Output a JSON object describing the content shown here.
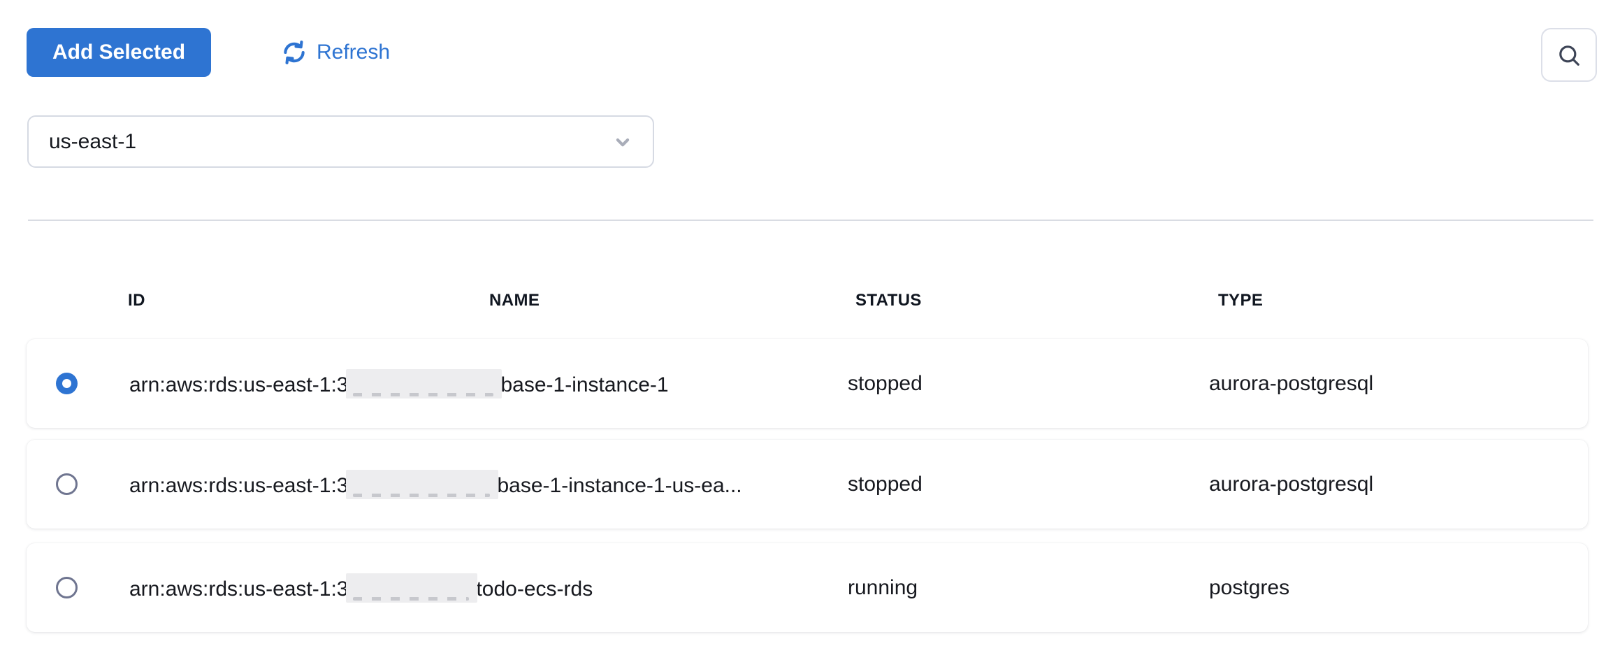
{
  "toolbar": {
    "add_selected_label": "Add Selected",
    "refresh_label": "Refresh"
  },
  "region_select": {
    "value": "us-east-1"
  },
  "table": {
    "columns": [
      "ID",
      "NAME",
      "STATUS",
      "TYPE"
    ],
    "rows": [
      {
        "selected": true,
        "id_prefix": "arn:aws:rds:us-east-1:3",
        "id_redacted": true,
        "id_suffix": "base-1-instance-1",
        "name": "",
        "status": "stopped",
        "type": "aurora-postgresql"
      },
      {
        "selected": false,
        "id_prefix": "arn:aws:rds:us-east-1:3",
        "id_redacted": true,
        "id_suffix": "base-1-instance-1-us-ea...",
        "name": "",
        "status": "stopped",
        "type": "aurora-postgresql"
      },
      {
        "selected": false,
        "id_prefix": "arn:aws:rds:us-east-1:3",
        "id_redacted": true,
        "id_suffix": "todo-ecs-rds",
        "name": "",
        "status": "running",
        "type": "postgres"
      }
    ]
  },
  "icons": {
    "refresh": "refresh-icon",
    "search": "search-icon",
    "chevron": "chevron-down-icon"
  },
  "colors": {
    "accent_blue": "#2e74d2",
    "text": "#17191f",
    "divider": "#d9dce3",
    "radio_ring": "#6f7590",
    "redaction": "#ededef"
  }
}
